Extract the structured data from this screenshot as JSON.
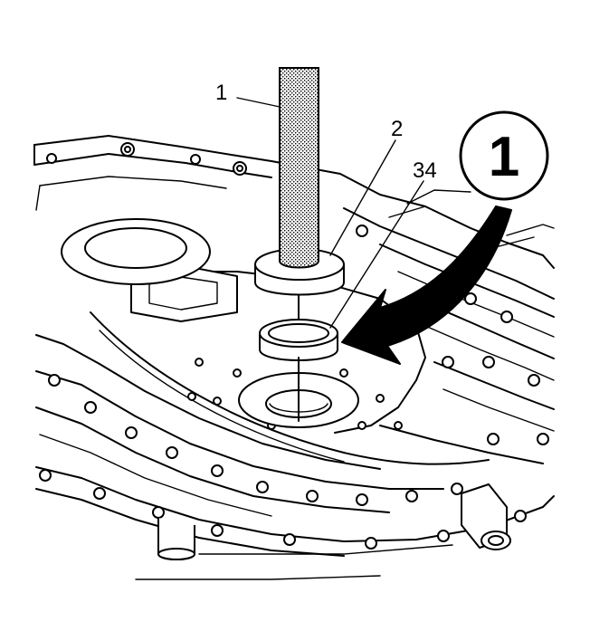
{
  "callouts": {
    "one": "1",
    "two": "2",
    "three_four": "34"
  },
  "step_badge": "1",
  "colors": {
    "line": "#000000",
    "fill": "#ffffff",
    "tool_stipple": "#6b6b6b"
  }
}
